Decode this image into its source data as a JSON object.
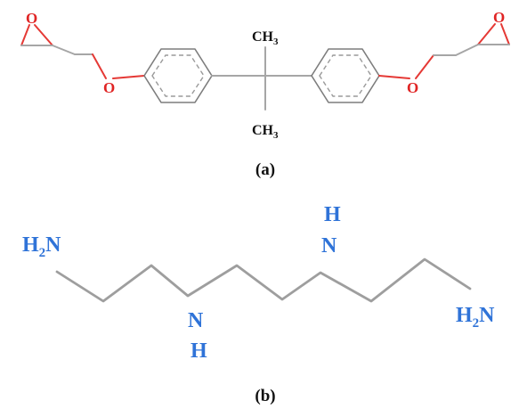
{
  "panel_a": {
    "label": "(a)",
    "epoxide_left_o": "O",
    "epoxide_right_o": "O",
    "ether_left_o": "O",
    "ether_right_o": "O",
    "methyl_top": {
      "main": "CH",
      "sub": "3"
    },
    "methyl_bottom": {
      "main": "CH",
      "sub": "3"
    }
  },
  "panel_b": {
    "label": "(b)",
    "amine_left": {
      "main": "H",
      "sub": "2",
      "tail": "N"
    },
    "amine_right": {
      "main": "H",
      "sub": "2",
      "tail": "N"
    },
    "nh_low": {
      "n": "N",
      "h": "H"
    },
    "nh_high": {
      "h": "H",
      "n": "N"
    }
  },
  "colors": {
    "oxygen": "#e02424",
    "nitrogen": "#2f73d8",
    "bond": "#a6a6a6"
  }
}
